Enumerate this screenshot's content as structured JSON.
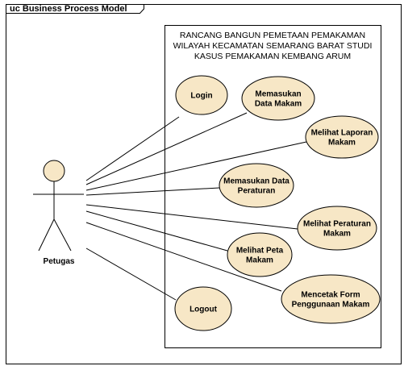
{
  "frame": {
    "title": "uc Business Process Model"
  },
  "system": {
    "title_lines": [
      "RANCANG BANGUN PEMETAAN PEMAKAMAN",
      "WILAYAH KECAMATAN SEMARANG BARAT STUDI",
      "KASUS PEMAKAMAN KEMBANG ARUM"
    ]
  },
  "actor": {
    "name": "Petugas"
  },
  "use_cases": [
    {
      "id": "login",
      "lines": [
        "Login"
      ]
    },
    {
      "id": "memasukan-data-makam",
      "lines": [
        "Memasukan",
        "Data Makam"
      ]
    },
    {
      "id": "melihat-laporan-makam",
      "lines": [
        "Melihat Laporan",
        "Makam"
      ]
    },
    {
      "id": "memasukan-data-peraturan",
      "lines": [
        "Memasukan Data",
        "Peraturan"
      ]
    },
    {
      "id": "melihat-peraturan-makam",
      "lines": [
        "Melihat Peraturan",
        "Makam"
      ]
    },
    {
      "id": "melihat-peta-makam",
      "lines": [
        "Melihat Peta",
        "Makam"
      ]
    },
    {
      "id": "mencetak-form",
      "lines": [
        "Mencetak Form",
        "Penggunaan Makam"
      ]
    },
    {
      "id": "logout",
      "lines": [
        "Logout"
      ]
    }
  ],
  "colors": {
    "usecase_fill": "#f7e7c6",
    "line": "#000000",
    "actor_head_fill": "#f7e7c6",
    "background": "#ffffff"
  }
}
